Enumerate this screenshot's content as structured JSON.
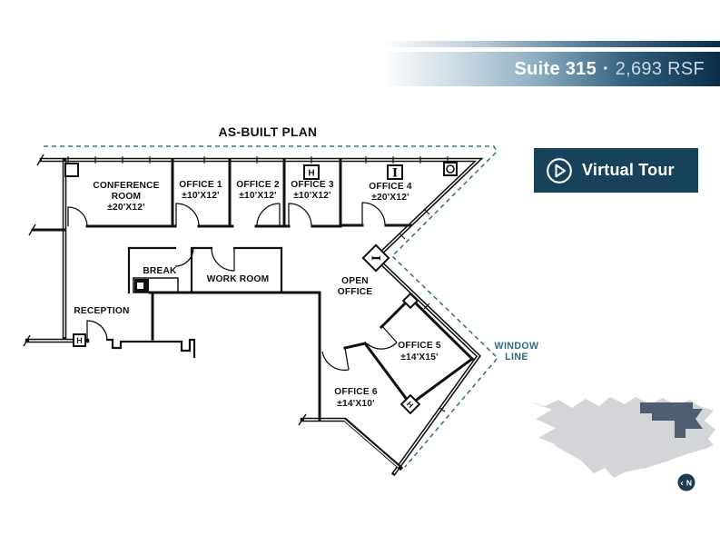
{
  "header": {
    "suite": "Suite 315",
    "sep": "·",
    "rsf": "2,693 RSF"
  },
  "virtual_tour": {
    "label": "Virtual Tour",
    "icon": "play-circle-icon"
  },
  "plan": {
    "title": "AS-BUILT PLAN",
    "window_line": {
      "line1": "WINDOW",
      "line2": "LINE"
    },
    "rooms": {
      "conference": {
        "line1": "CONFERENCE",
        "line2": "ROOM",
        "size": "±20'X12'"
      },
      "office1": {
        "name": "OFFICE 1",
        "size": "±10'X12'"
      },
      "office2": {
        "name": "OFFICE 2",
        "size": "±10'X12'"
      },
      "office3": {
        "name": "OFFICE 3",
        "size": "±10'X12'"
      },
      "office4": {
        "name": "OFFICE 4",
        "size": "±20'X12'"
      },
      "break_room": {
        "name": "BREAK"
      },
      "work_room": {
        "name": "WORK ROOM"
      },
      "open_office": {
        "line1": "OPEN",
        "line2": "OFFICE"
      },
      "reception": {
        "name": "RECEPTION"
      },
      "office5": {
        "name": "OFFICE 5",
        "size": "±14'X15'"
      },
      "office6": {
        "name": "OFFICE 6",
        "size": "±14'X10'"
      }
    },
    "symbols": {
      "h": "H",
      "i": "I"
    }
  },
  "minimap": {
    "north": "N",
    "chevron": "‹"
  },
  "colors": {
    "banner_dark": "#0a2e4a",
    "button_bg": "#16425c",
    "window_line": "#3d7389",
    "wall": "#111111",
    "map_gray": "#d3d5d9",
    "map_dark": "#4e5d70"
  }
}
